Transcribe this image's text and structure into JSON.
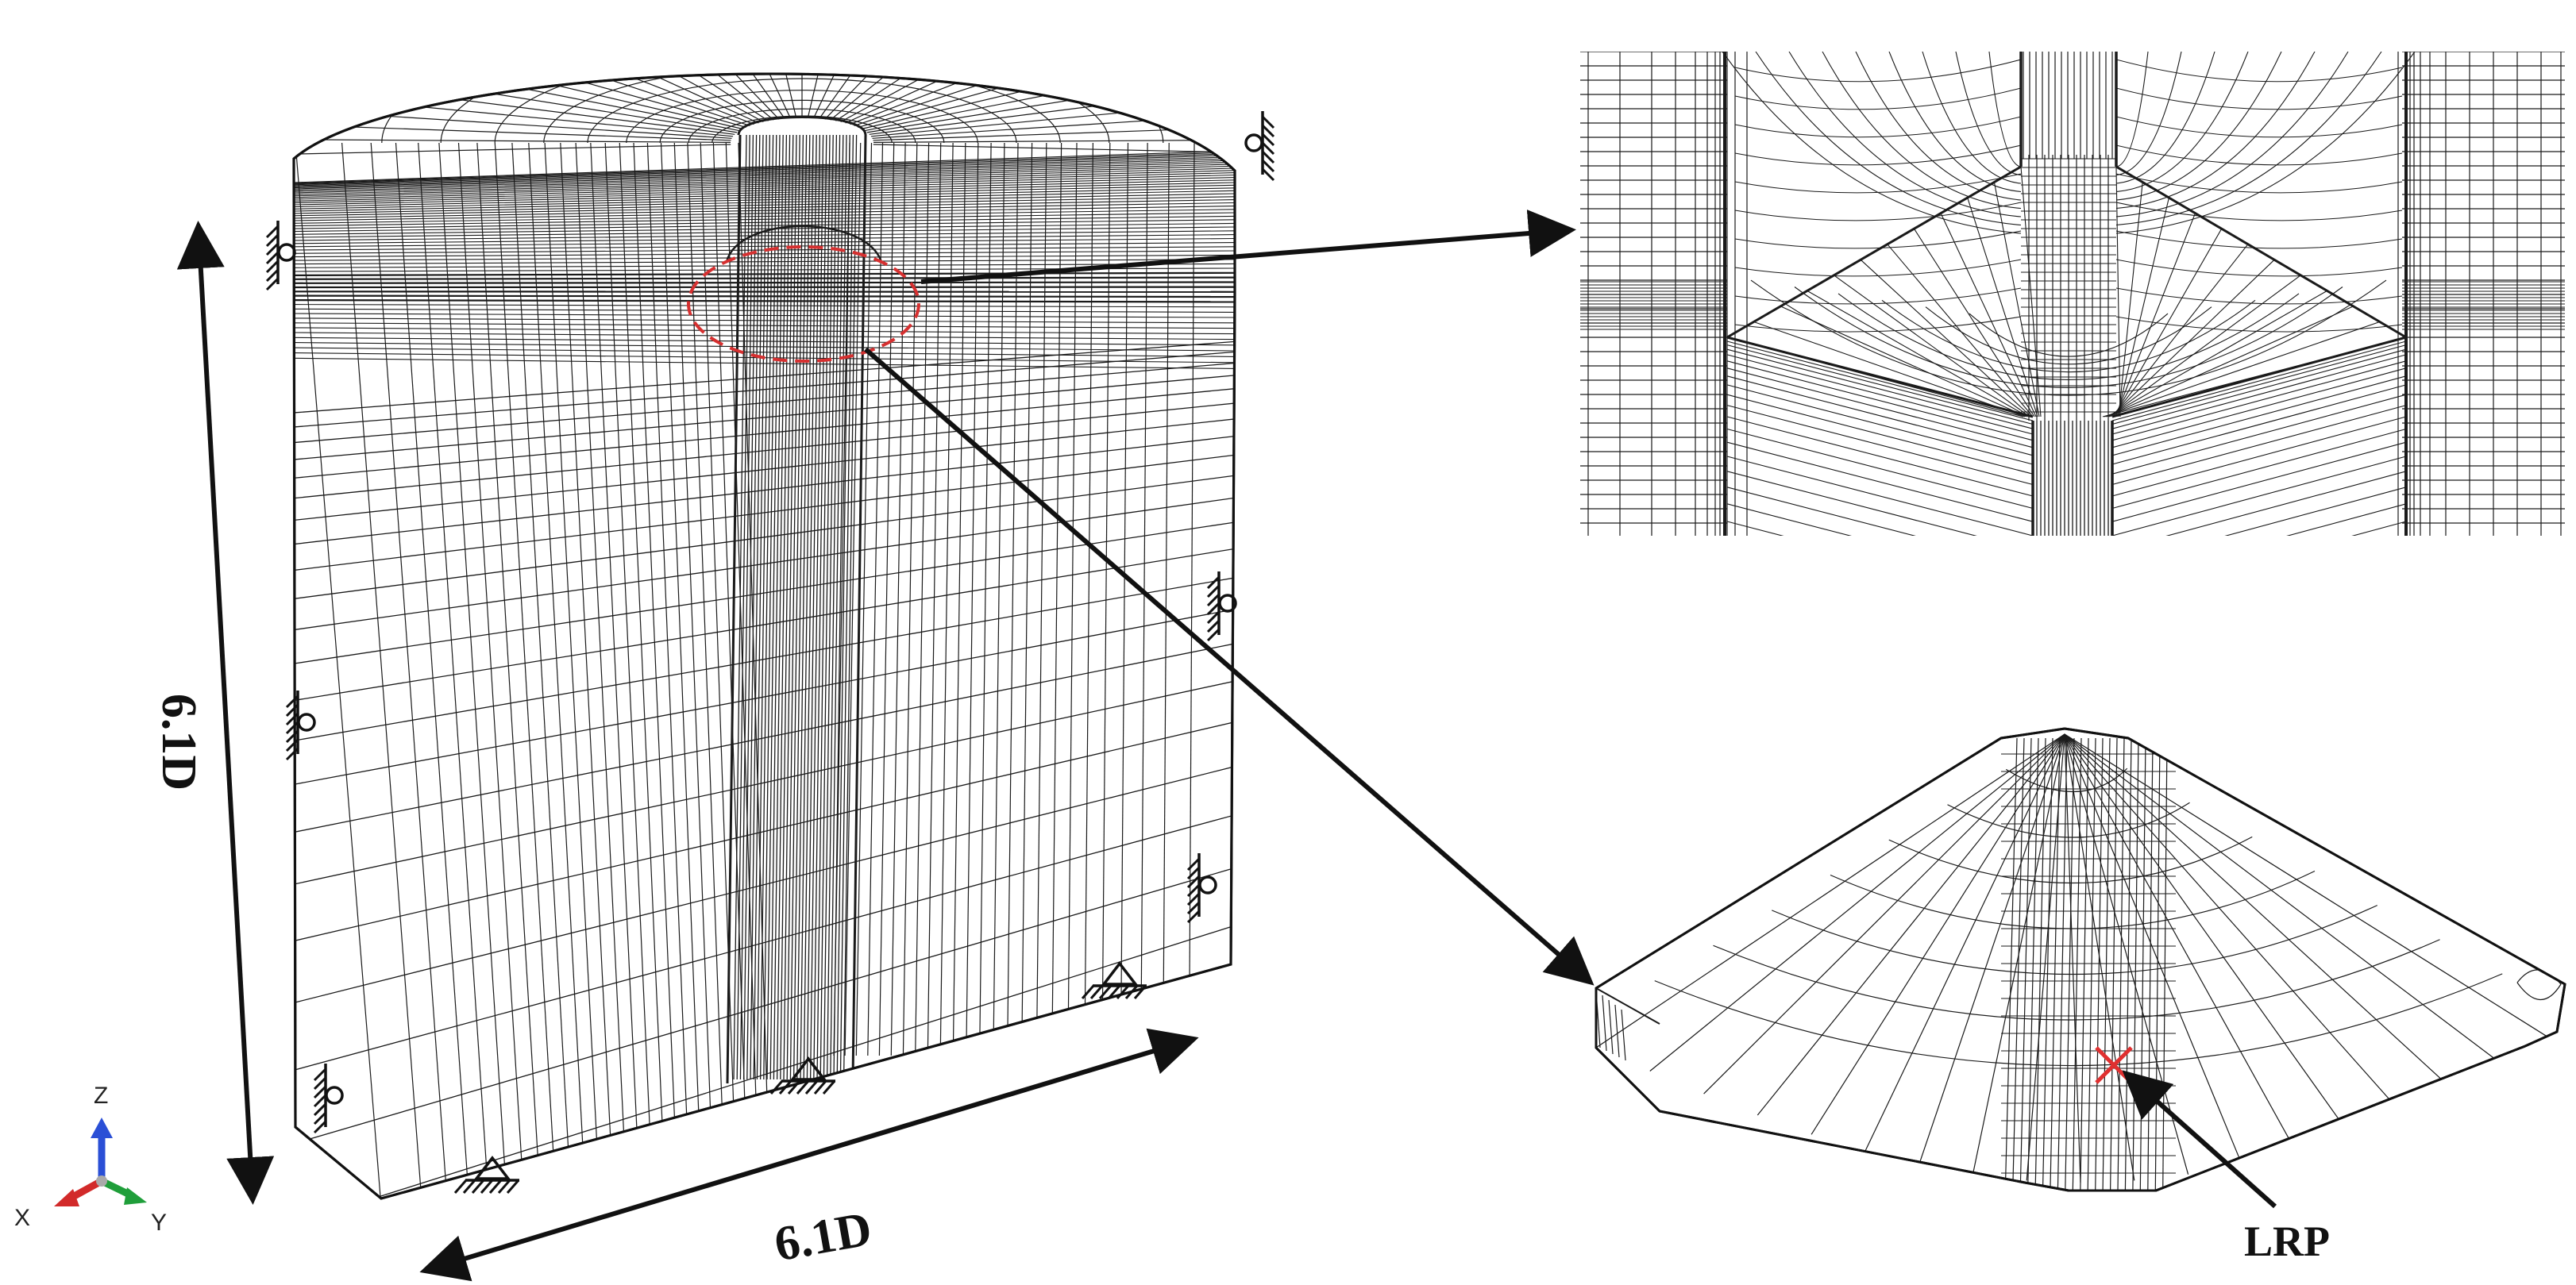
{
  "figure": {
    "labels": {
      "height_dimension": "6.1D",
      "width_dimension": "6.1D",
      "reference_point": "LRP"
    },
    "axis_triad": {
      "z_label": "Z",
      "x_label": "X",
      "y_label": "Y",
      "colors": {
        "z": "#2a4fd6",
        "x": "#d22a2a",
        "y": "#1f9e3a"
      }
    },
    "colors": {
      "mesh_line": "#1a1a1a",
      "highlight_ellipse": "#d63030",
      "reference_marker": "#e03030",
      "background": "#ffffff"
    },
    "icons": [
      "roller-support-icon",
      "pin-support-icon",
      "axis-triad-icon"
    ]
  }
}
